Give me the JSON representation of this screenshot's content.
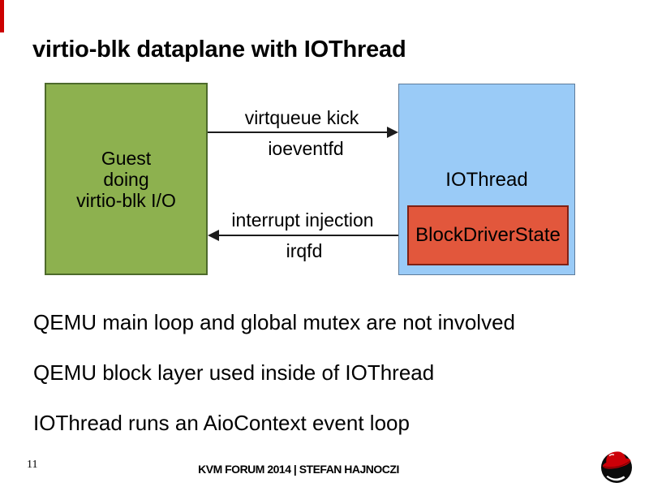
{
  "slide": {
    "title": "virtio-blk dataplane with IOThread"
  },
  "diagram": {
    "guest_box": {
      "line1": "Guest",
      "line2": "doing",
      "line3": "virtio-blk I/O",
      "fill": "#8db14f",
      "border": "#4d6a2b"
    },
    "iothread_box": {
      "label": "IOThread",
      "fill": "#9acbf7",
      "border": "#5e7c9b"
    },
    "bds_box": {
      "label": "BlockDriverState",
      "fill": "#e2573c",
      "border": "#7f2013"
    },
    "kick_arrow": {
      "label_top": "virtqueue kick",
      "label_bottom": "ioeventfd",
      "direction": "right"
    },
    "irq_arrow": {
      "label_top": "interrupt injection",
      "label_bottom": "irqfd",
      "direction": "left"
    }
  },
  "bullets": [
    "QEMU main loop and global mutex are not involved",
    "QEMU block layer used inside of IOThread",
    "IOThread runs an AioContext event loop"
  ],
  "footer": {
    "page_number": "11",
    "text": "KVM FORUM 2014 | STEFAN HAJNOCZI",
    "logo": "redhat-shadowman-logo",
    "accent_color": "#cc0000"
  }
}
